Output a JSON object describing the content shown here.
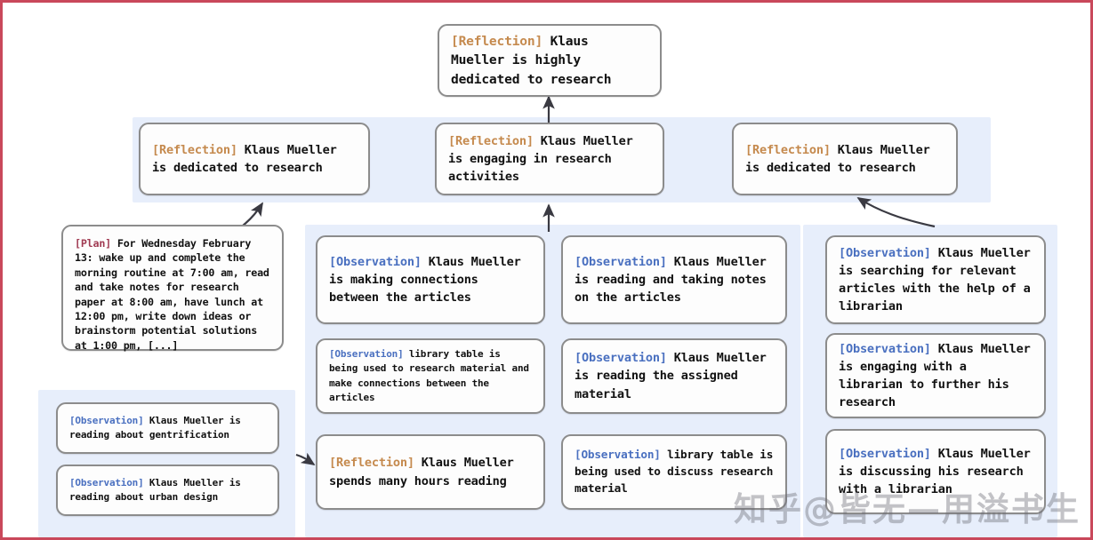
{
  "figure": {
    "border_color": "#c9485b",
    "panel_color": "#e7eefb",
    "node_border_color": "#8c8c8c",
    "tag_colors": {
      "reflection": "#c58a4e",
      "plan": "#a03a52",
      "observation": "#4a70c0"
    }
  },
  "top_reflection": {
    "tag": "[Reflection]",
    "text": " Klaus Mueller is highly dedicated to research"
  },
  "reflection_row": [
    {
      "tag": "[Reflection]",
      "text": " Klaus Mueller is dedicated to research"
    },
    {
      "tag": "[Reflection]",
      "text": " Klaus Mueller is engaging in research activities"
    },
    {
      "tag": "[Reflection]",
      "text": " Klaus Mueller is dedicated to research"
    }
  ],
  "plan_node": {
    "tag": "[Plan]",
    "text": " For Wednesday February 13: wake up and complete the morning routine at 7:00 am, read and take notes for research paper at 8:00 am, have lunch at 12:00 pm, write down ideas or brainstorm potential solutions at 1:00 pm, [...]"
  },
  "left_observations": [
    {
      "tag": "[Observation]",
      "text": " Klaus Mueller is reading about gentrification"
    },
    {
      "tag": "[Observation]",
      "text": " Klaus Mueller is reading about urban design"
    }
  ],
  "column_b": [
    {
      "tag": "[Observation]",
      "type": "observation",
      "text": " Klaus Mueller is making connections between the articles"
    },
    {
      "tag": "[Observation]",
      "type": "observation",
      "text": " library table is being used to research material and make connections between the articles"
    },
    {
      "tag": "[Reflection]",
      "type": "reflection",
      "text": " Klaus Mueller spends many hours reading"
    }
  ],
  "column_c": [
    {
      "tag": "[Observation]",
      "type": "observation",
      "text": " Klaus Mueller is reading and taking notes on the articles"
    },
    {
      "tag": "[Observation]",
      "type": "observation",
      "text": " Klaus Mueller is reading the assigned material"
    },
    {
      "tag": "[Observation]",
      "type": "observation",
      "text": " library table is being used to discuss research material"
    }
  ],
  "column_d": [
    {
      "tag": "[Observation]",
      "type": "observation",
      "text": " Klaus Mueller is searching for relevant articles with the help of a librarian"
    },
    {
      "tag": "[Observation]",
      "type": "observation",
      "text": " Klaus Mueller is engaging with a librarian to further his research"
    },
    {
      "tag": "[Observation]",
      "type": "observation",
      "text": " Klaus Mueller is discussing his research with a librarian"
    }
  ],
  "watermark": {
    "left": "知乎",
    "right": "@皆无—用溢书生"
  }
}
